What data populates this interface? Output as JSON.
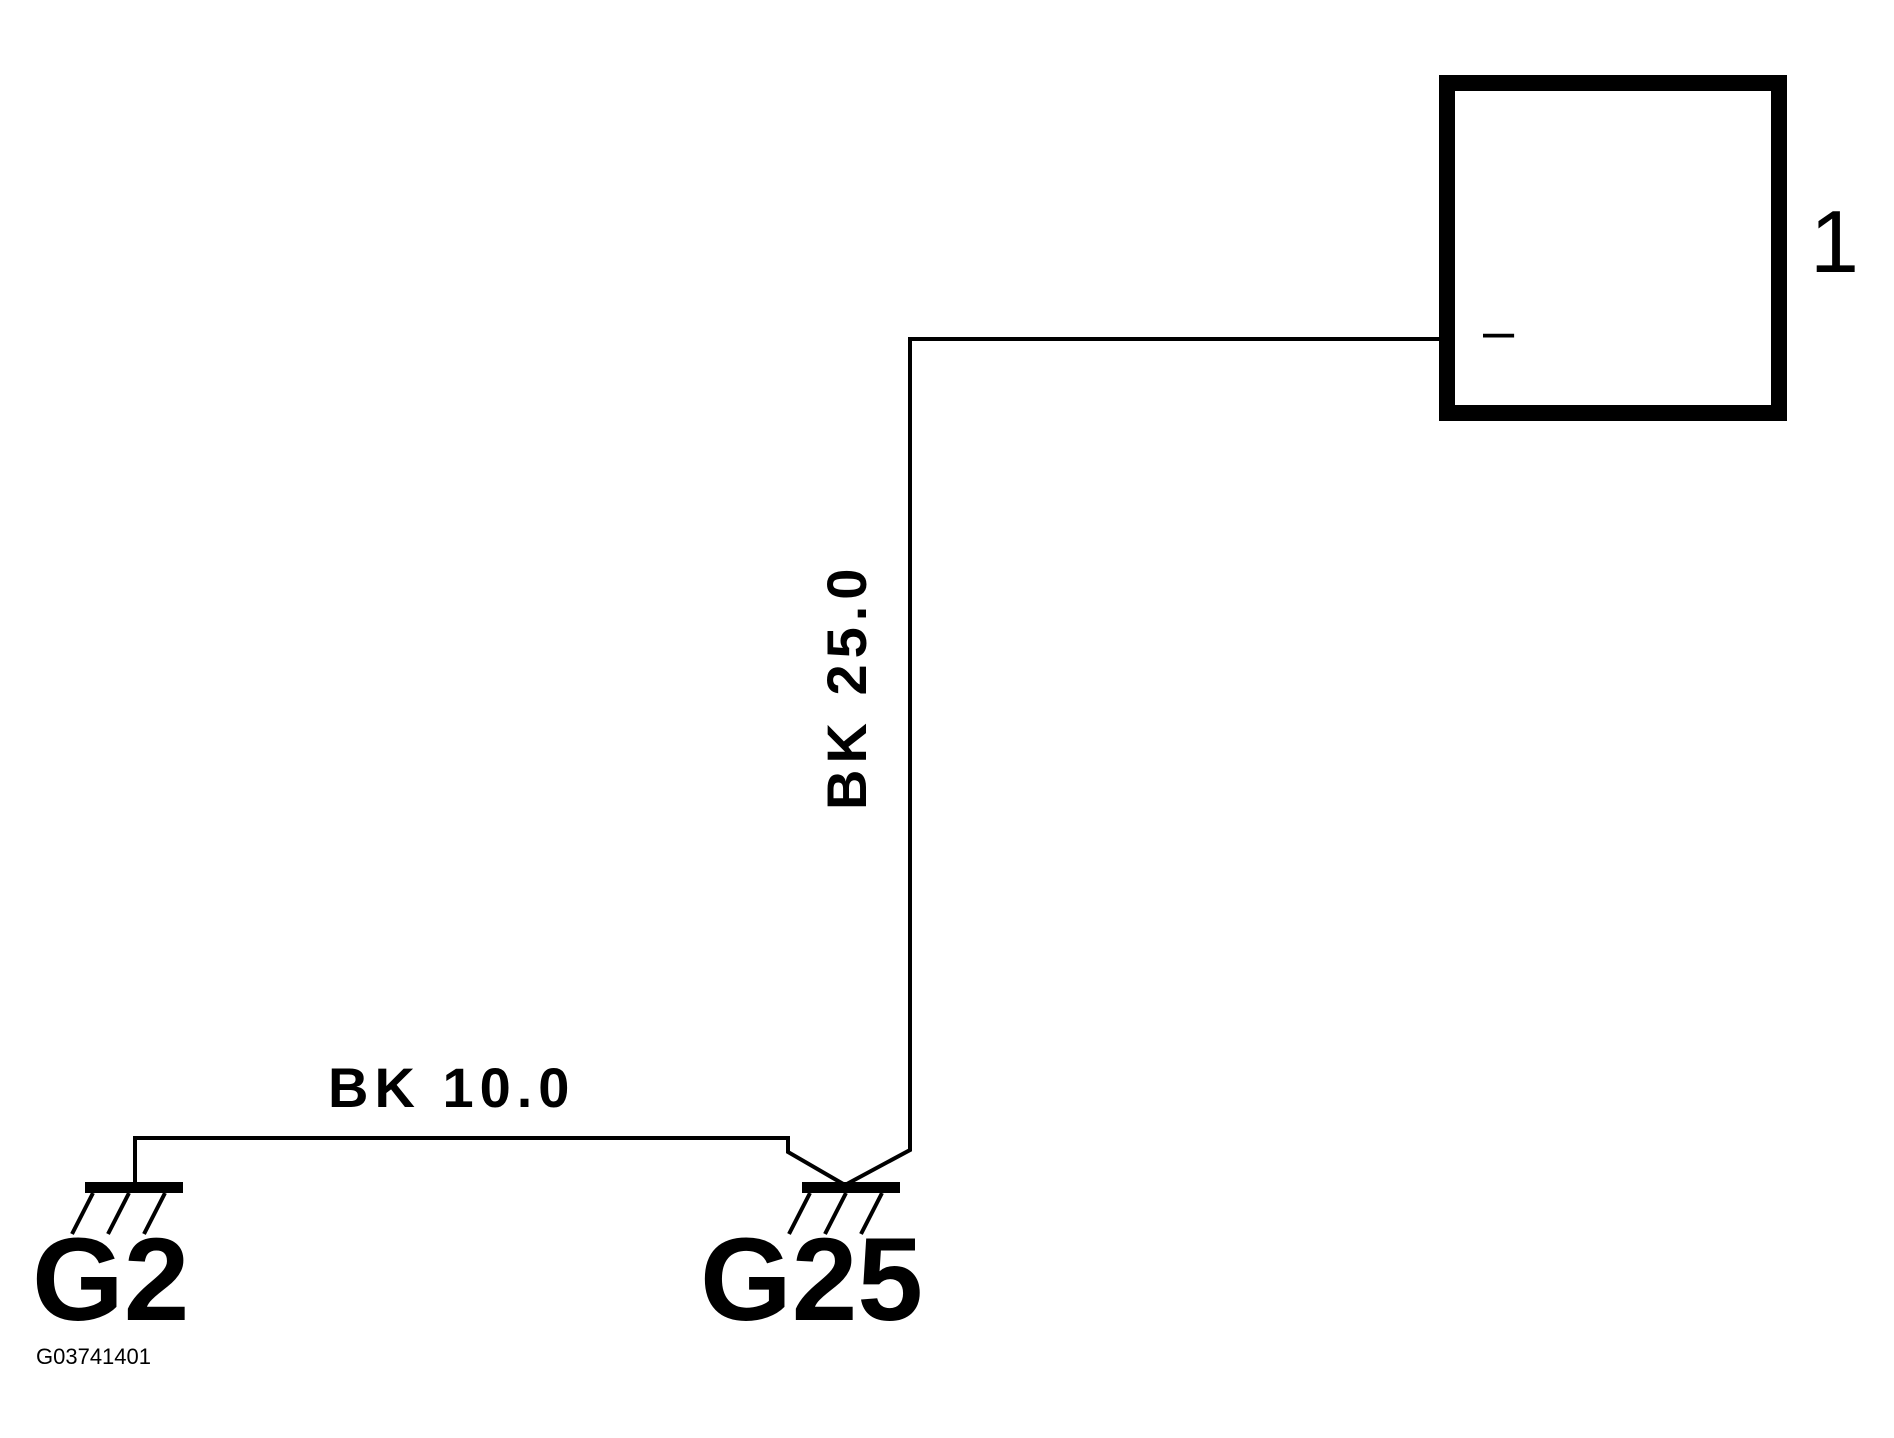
{
  "diagram": {
    "figure_id": "G03741401",
    "component": {
      "number": "1",
      "terminal": "–"
    },
    "wires": {
      "vertical_label": "BK 25.0",
      "horizontal_label": "BK 10.0"
    },
    "grounds": {
      "left": "G2",
      "right": "G25"
    }
  }
}
